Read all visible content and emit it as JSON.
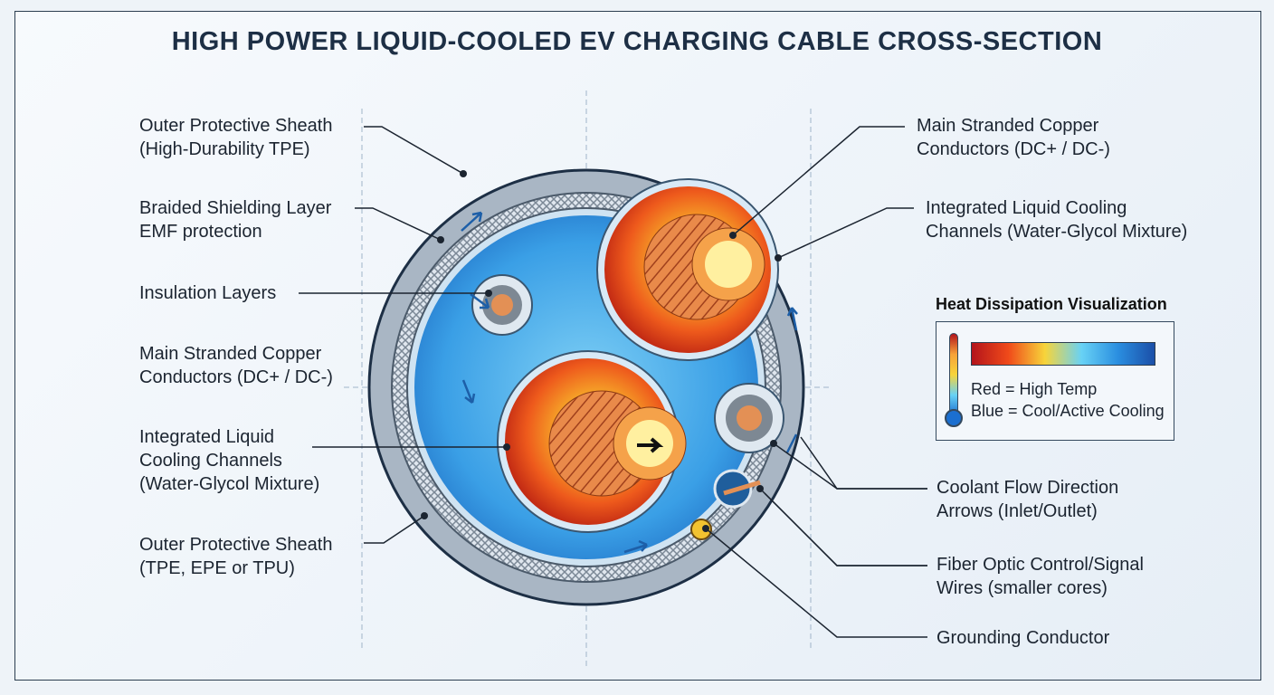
{
  "title": "HIGH POWER LIQUID-COOLED EV CHARGING CABLE CROSS-SECTION",
  "left_labels": [
    {
      "line1": "Outer Protective Sheath",
      "line2": "(High-Durability TPE)"
    },
    {
      "line1": "Braided Shielding Layer",
      "line2": "EMF protection"
    },
    {
      "line1": "Insulation Layers"
    },
    {
      "line1": "Main Stranded Copper",
      "line2": "Conductors (DC+ / DC-)"
    },
    {
      "line1": "Integrated Liquid",
      "line2": "Cooling Channels",
      "line3": "(Water-Glycol Mixture)"
    },
    {
      "line1": "Outer Protective Sheath",
      "line2": "(TPE,  EPE or TPU)"
    }
  ],
  "right_labels": [
    {
      "line1": "Main Stranded Copper",
      "line2": "Conductors (DC+ / DC-)"
    },
    {
      "line1": "Integrated Liquid Cooling",
      "line2": "Channels (Water-Glycol Mixture)"
    },
    {
      "line1": "Coolant Flow Direction",
      "line2": "Arrows (Inlet/Outlet)"
    },
    {
      "line1": "Fiber Optic Control/Signal",
      "line2": "Wires (smaller cores)"
    },
    {
      "line1": "Grounding Conductor"
    }
  ],
  "legend": {
    "title": "Heat Dissipation Visualization",
    "red_text": "Red = High Temp",
    "blue_text": "Blue = Cool/Active Cooling"
  },
  "colors": {
    "hot": "#e8401c",
    "cool": "#2a8ee0",
    "sheath": "#a9b6c4",
    "text": "#1d2f45"
  }
}
